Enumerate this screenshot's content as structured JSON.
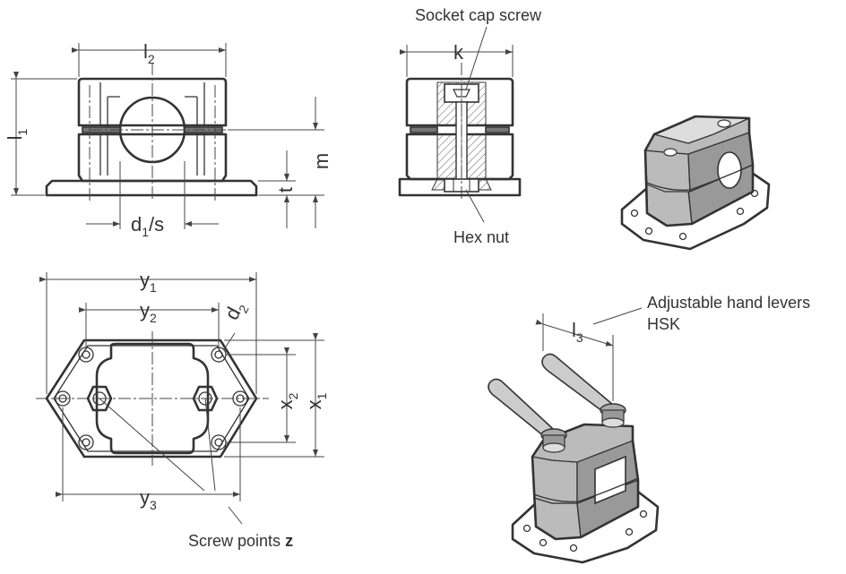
{
  "labels": {
    "l2": "l",
    "l2_sub": "2",
    "l1": "l",
    "l1_sub": "1",
    "m": "m",
    "t": "t",
    "d1s": "d",
    "d1s_sub": "1",
    "d1s_rest": "/s",
    "k": "k",
    "socket_cap_screw": "Socket cap screw",
    "hex_nut": "Hex nut",
    "y1": "y",
    "y1_sub": "1",
    "y2": "y",
    "y2_sub": "2",
    "y3": "y",
    "y3_sub": "3",
    "x1": "x",
    "x1_sub": "1",
    "x2": "x",
    "x2_sub": "2",
    "d2": "d",
    "d2_sub": "2",
    "screw_points": "Screw points",
    "screw_points_z": "z",
    "l3": "l",
    "l3_sub": "3",
    "hand_levers_line1": "Adjustable hand levers",
    "hand_levers_line2": "HSK"
  }
}
